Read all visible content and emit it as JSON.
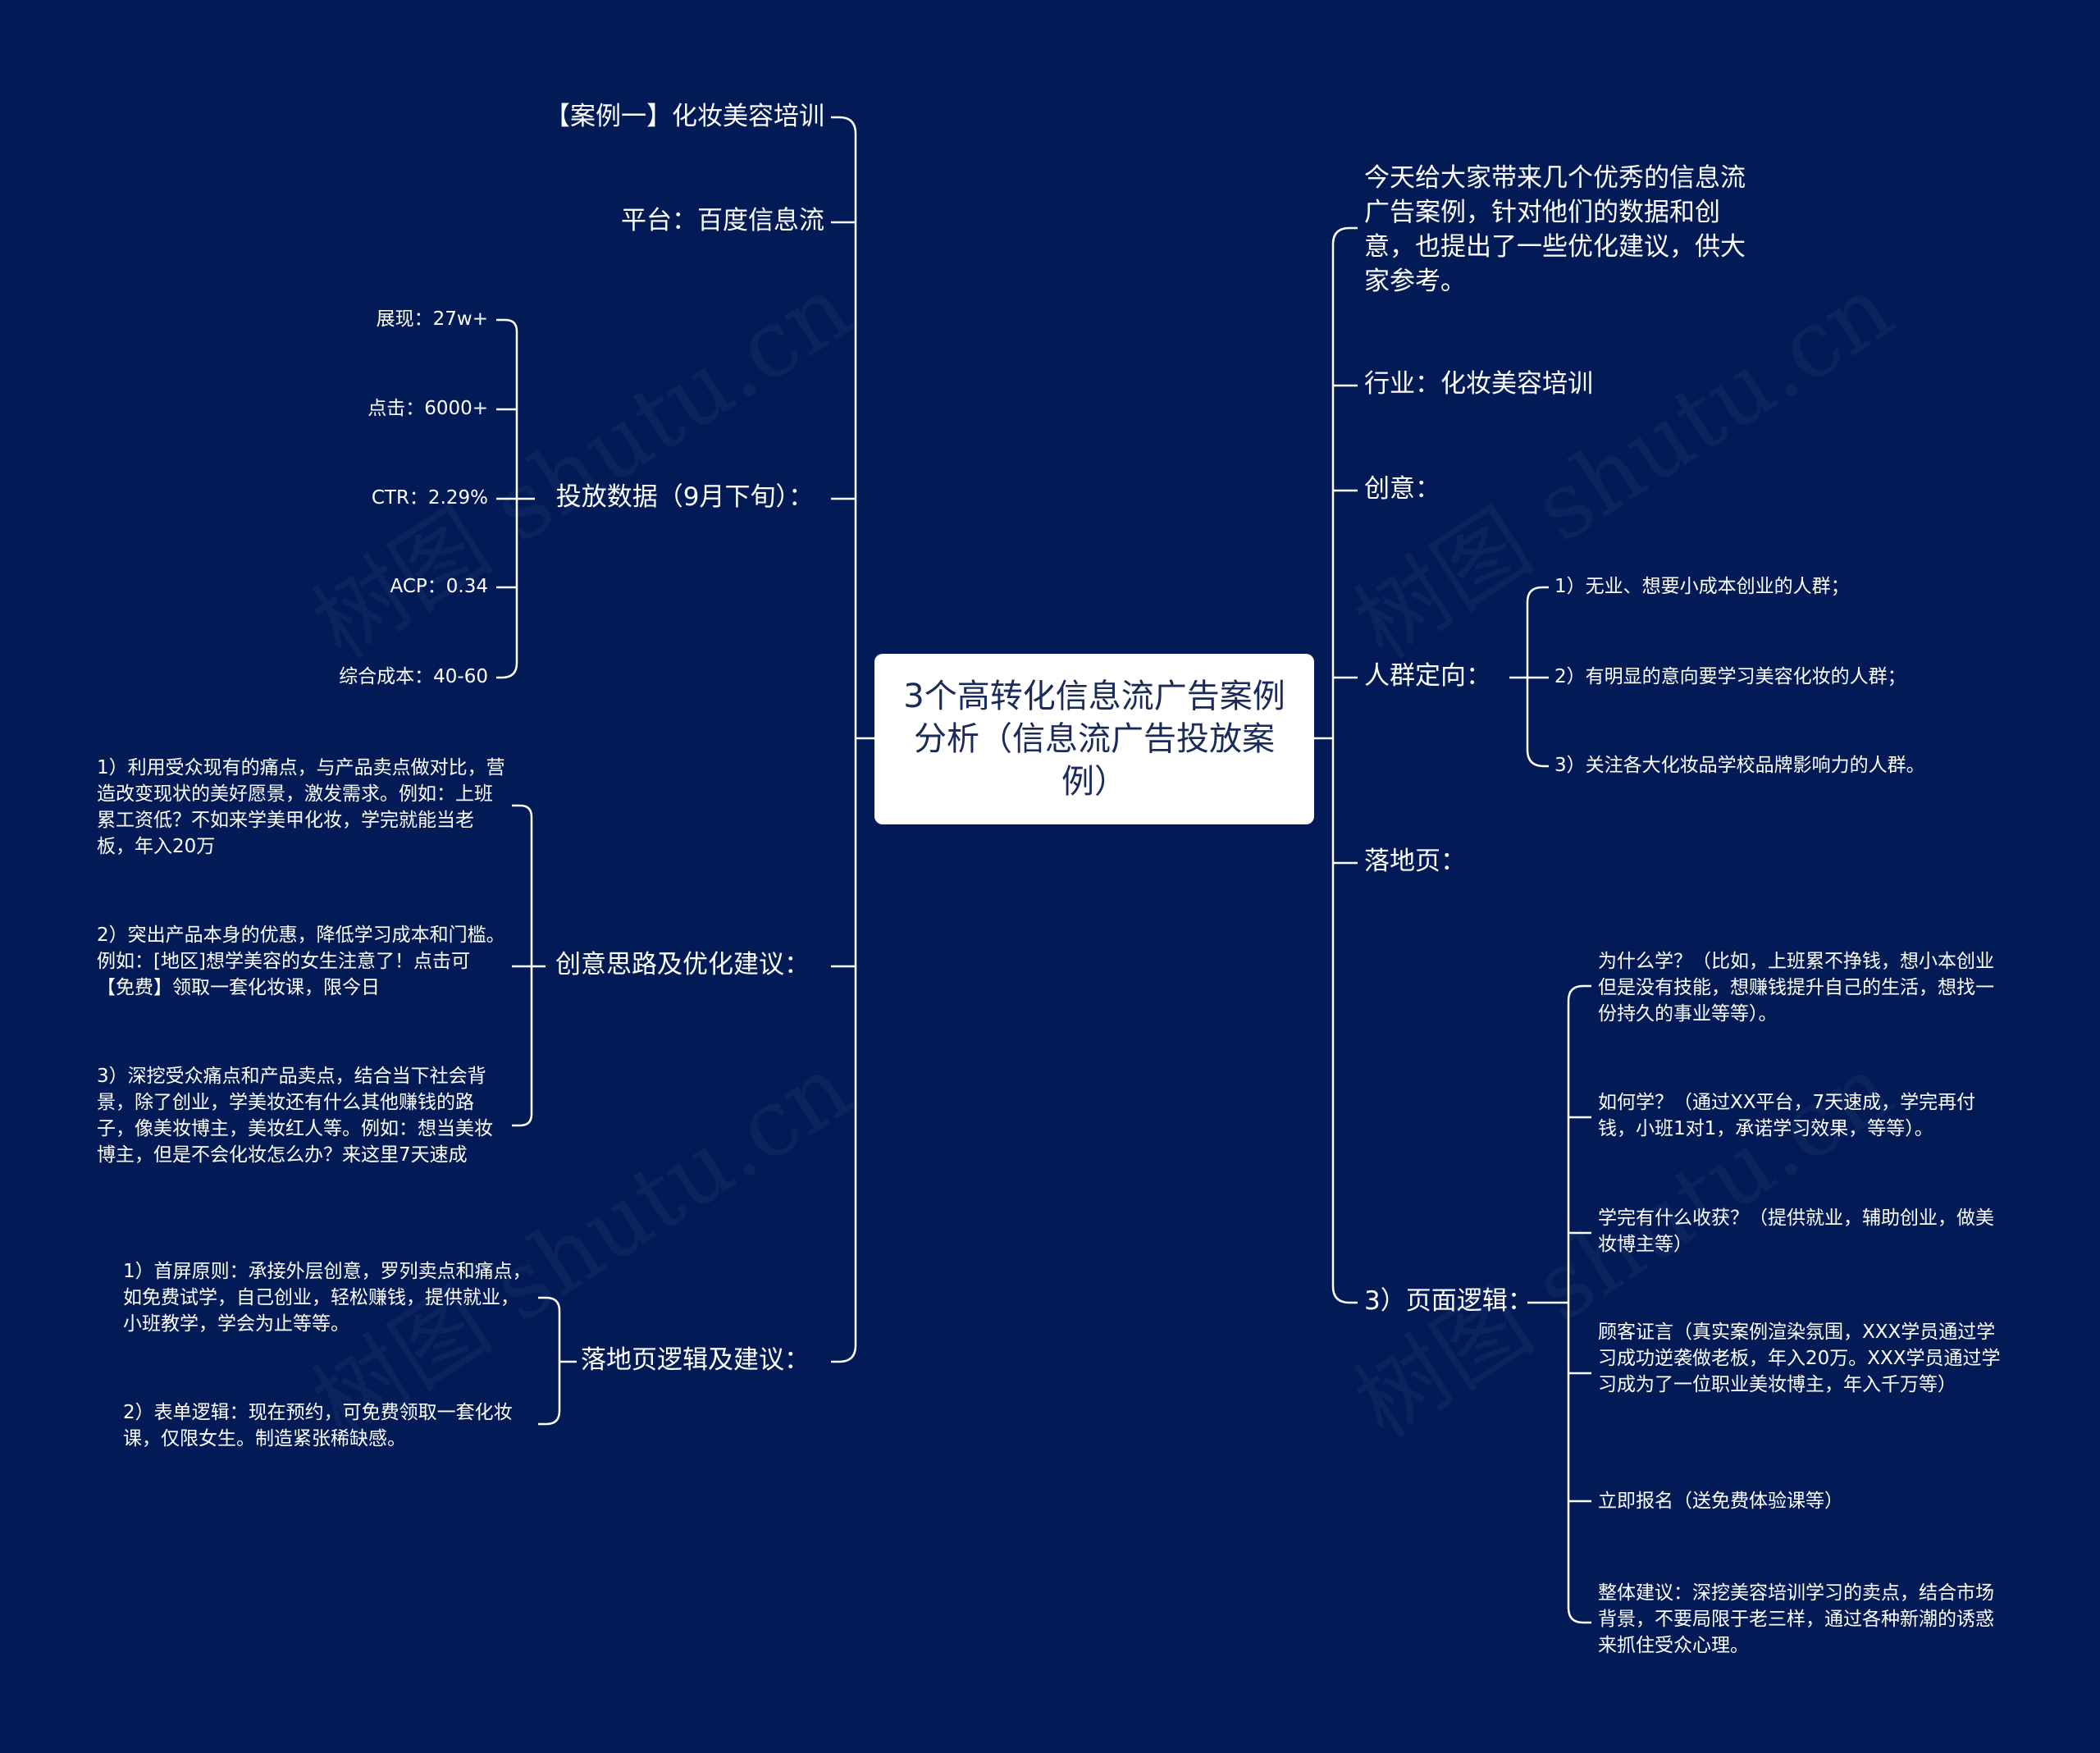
{
  "center": "3个高转化信息流广告案例分析（信息流广告投放案例）",
  "left": {
    "case_title": "【案例一】化妆美容培训",
    "platform": "平台：百度信息流",
    "delivery": {
      "label": "投放数据（9月下旬）：",
      "items": [
        "展现：27w+",
        "点击：6000+",
        "CTR：2.29%",
        "ACP：0.34",
        "综合成本：40-60"
      ]
    },
    "creative": {
      "label": "创意思路及优化建议：",
      "items": [
        "1）利用受众现有的痛点，与产品卖点做对比，营造改变现状的美好愿景，激发需求。例如：上班累工资低？不如来学美甲化妆，学完就能当老板，年入20万",
        "2）突出产品本身的优惠，降低学习成本和门槛。例如：[地区]想学美容的女生注意了！点击可【免费】领取一套化妆课，限今日",
        "3）深挖受众痛点和产品卖点，结合当下社会背景，除了创业，学美妆还有什么其他赚钱的路子，像美妆博主，美妆红人等。例如：想当美妆博主，但是不会化妆怎么办？来这里7天速成"
      ]
    },
    "landing": {
      "label": "落地页逻辑及建议：",
      "items": [
        "1）首屏原则：承接外层创意，罗列卖点和痛点，如免费试学，自己创业，轻松赚钱，提供就业，小班教学，学会为止等等。",
        "2）表单逻辑：现在预约，可免费领取一套化妆课，仅限女生。制造紧张稀缺感。"
      ]
    }
  },
  "right": {
    "intro": "今天给大家带来几个优秀的信息流广告案例，针对他们的数据和创意，也提出了一些优化建议，供大家参考。",
    "industry": "行业：化妆美容培训",
    "creative": "创意：",
    "audience": {
      "label": "人群定向：",
      "items": [
        "1）无业、想要小成本创业的人群；",
        "2）有明显的意向要学习美容化妆的人群；",
        "3）关注各大化妆品学校品牌影响力的人群。"
      ]
    },
    "landing_page": "落地页：",
    "page_logic": {
      "label": "3）页面逻辑：",
      "items": [
        "为什么学？（比如，上班累不挣钱，想小本创业但是没有技能，想赚钱提升自己的生活，想找一份持久的事业等等）。",
        "如何学？（通过XX平台，7天速成，学完再付钱，小班1对1，承诺学习效果，等等）。",
        "学完有什么收获？（提供就业，辅助创业，做美妆博主等）",
        "顾客证言（真实案例渲染氛围，XXX学员通过学习成功逆袭做老板，年入20万。XXX学员通过学习成为了一位职业美妆博主，年入千万等）",
        "立即报名（送免费体验课等）",
        "整体建议：深挖美容培训学习的卖点，结合市场背景，不要局限于老三样，通过各种新潮的诱惑来抓住受众心理。"
      ]
    }
  },
  "watermark": "树图 shutu.cn",
  "colors": {
    "background": "#021b57",
    "line": "#ffffff",
    "center_box": "#ffffff",
    "center_text": "#1a2a5a"
  }
}
